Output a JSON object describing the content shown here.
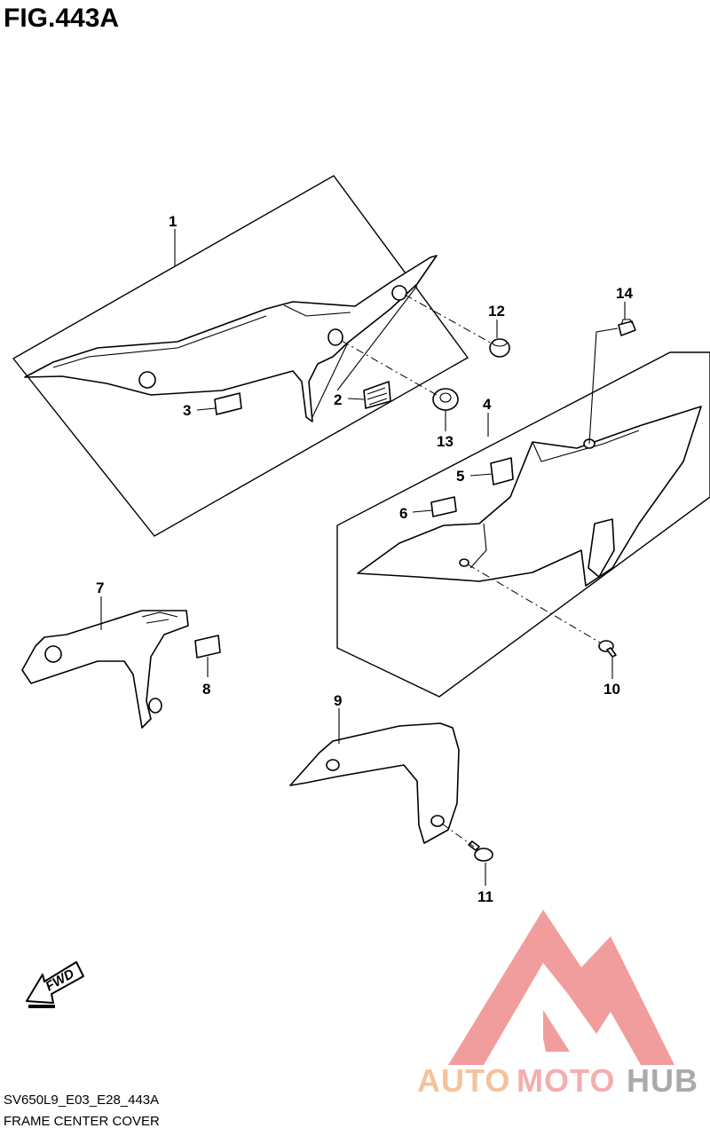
{
  "figure": {
    "title": "FIG.443A",
    "code": "SV650L9_E03_E28_443A",
    "name": "FRAME CENTER COVER"
  },
  "callouts": [
    "1",
    "2",
    "3",
    "4",
    "5",
    "6",
    "7",
    "8",
    "9",
    "10",
    "11",
    "12",
    "13",
    "14"
  ],
  "direction": {
    "label": "FWD",
    "icon": "arrow-icon"
  },
  "watermark": {
    "part1": "AUTO",
    "part2": "MOTO",
    "part3": "HUB",
    "colors": {
      "auto": "#f3b98a",
      "moto": "#f3a0a0",
      "hub": "#9c9c9c",
      "mark": "#f08c8c"
    }
  }
}
